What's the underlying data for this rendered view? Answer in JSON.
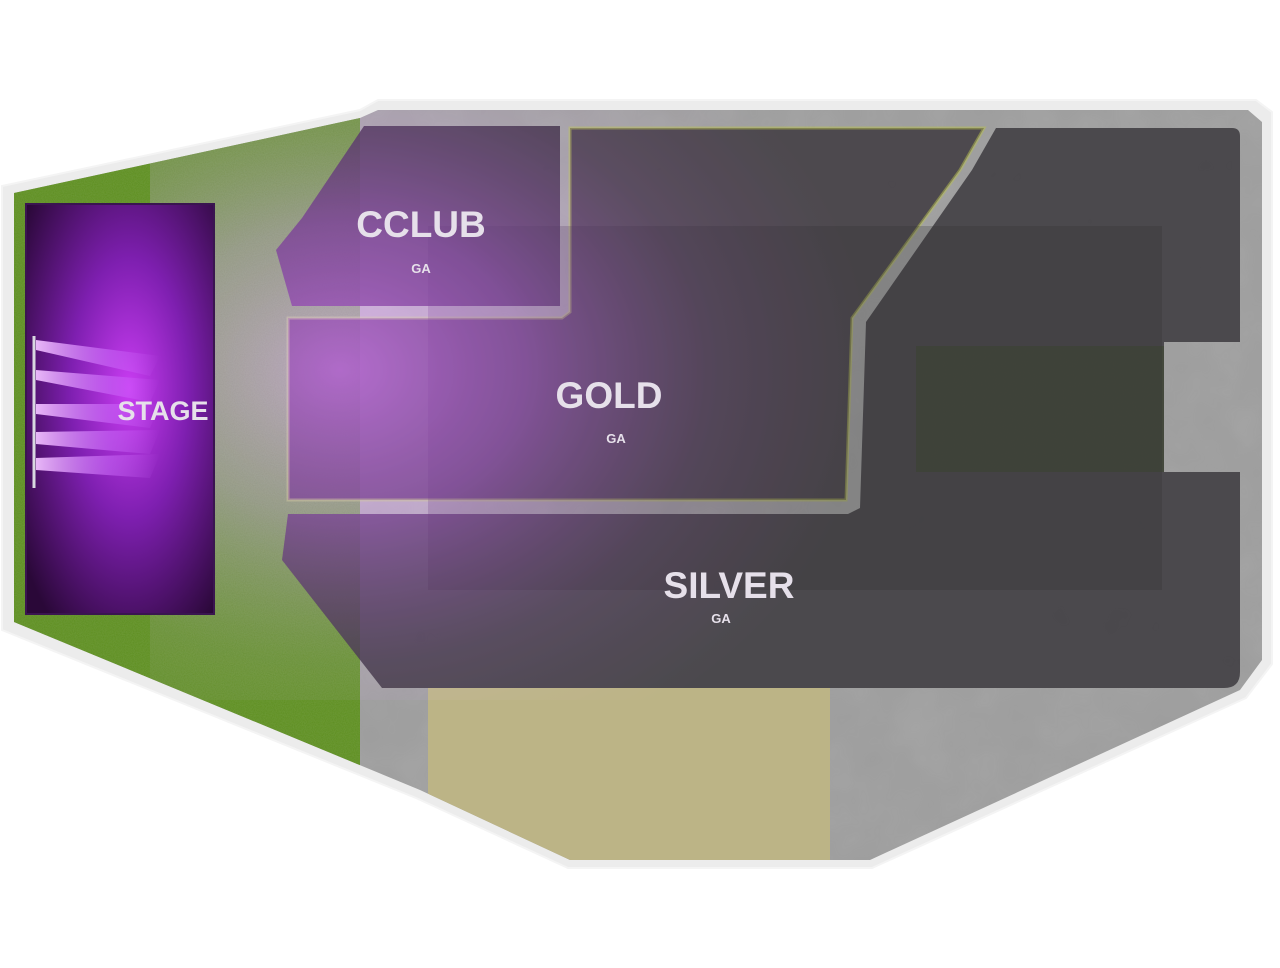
{
  "venue_map": {
    "stage": {
      "label": "STAGE"
    },
    "sections": [
      {
        "id": "cclub",
        "name": "CCLUB",
        "type": "GA"
      },
      {
        "id": "gold",
        "name": "GOLD",
        "type": "GA"
      },
      {
        "id": "silver",
        "name": "SILVER",
        "type": "GA"
      }
    ]
  },
  "colors": {
    "background": "#ffffff",
    "venue_border": "#eeeeee",
    "concrete": "#9a9a9a",
    "grass": "#5a8a22",
    "sand": "#b8b080",
    "section_fill": "#3c3c3c",
    "stage_glow": "#b030e0",
    "label": "#e6e0ea"
  }
}
